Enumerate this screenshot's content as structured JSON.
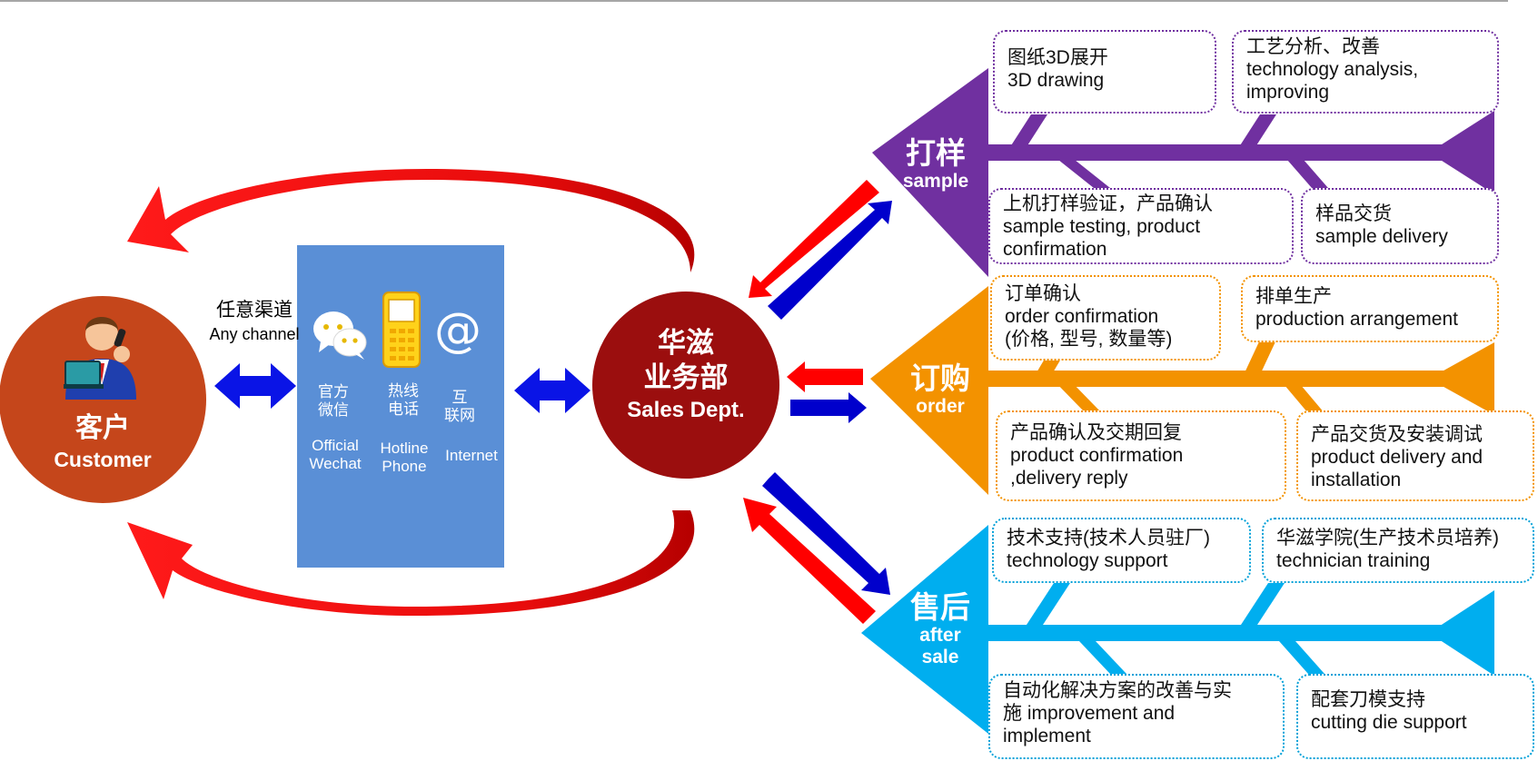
{
  "customer": {
    "label_zh": "客户",
    "label_en": "Customer",
    "icon": "businessman-phone-laptop-icon",
    "color": "#c5461b"
  },
  "channel_caption": {
    "zh": "任意渠道",
    "en": "Any channel"
  },
  "channels": {
    "panel_color": "#5a8fd6",
    "items": [
      {
        "icon": "wechat-icon",
        "zh": "官方\n微信",
        "en": "Official\nWechat"
      },
      {
        "icon": "phone-icon",
        "zh": "热线\n电话",
        "en": "Hotline\nPhone"
      },
      {
        "icon": "at-sign-icon",
        "zh": "互\n联网",
        "en": "Internet"
      }
    ]
  },
  "sales_dept": {
    "line1": "华滋",
    "line2": "业务部",
    "en": "Sales Dept.",
    "color": "#9b0e0e"
  },
  "stages": [
    {
      "id": "sample",
      "zh": "打样",
      "en": "sample",
      "color": "#7030a0",
      "steps": [
        {
          "zh": "图纸3D展开",
          "en": "3D drawing"
        },
        {
          "zh": "工艺分析、改善",
          "en": "technology analysis,\nimproving"
        },
        {
          "zh": "上机打样验证，产品确认",
          "en": "sample testing, product\nconfirmation"
        },
        {
          "zh": "样品交货",
          "en": "sample delivery"
        }
      ]
    },
    {
      "id": "order",
      "zh": "订购",
      "en": "order",
      "color": "#f39200",
      "steps": [
        {
          "zh": "订单确认",
          "en": "order confirmation\n(价格, 型号, 数量等)"
        },
        {
          "zh": "排单生产",
          "en": "production arrangement"
        },
        {
          "zh": "产品确认及交期回复",
          "en": "product  confirmation\n,delivery reply"
        },
        {
          "zh": "产品交货及安装调试",
          "en": "product delivery and\ninstallation"
        }
      ]
    },
    {
      "id": "after-sale",
      "zh": "售后",
      "en": "after\nsale",
      "color": "#00aeef",
      "steps": [
        {
          "zh": "技术支持(技术人员驻厂)",
          "en": "technology support"
        },
        {
          "zh": "华滋学院(生产技术员培养)",
          "en": "technician training"
        },
        {
          "zh": "自动化解决方案的改善与实\n施 improvement and",
          "en": "implement"
        },
        {
          "zh": "配套刀模支持",
          "en": "cutting die support"
        }
      ]
    }
  ],
  "colors": {
    "loop_arrow": "#ee1c1c",
    "link_arrow": "#0a14e6",
    "return_arrow": "#ff0000",
    "forward_arrow": "#0000cc"
  }
}
